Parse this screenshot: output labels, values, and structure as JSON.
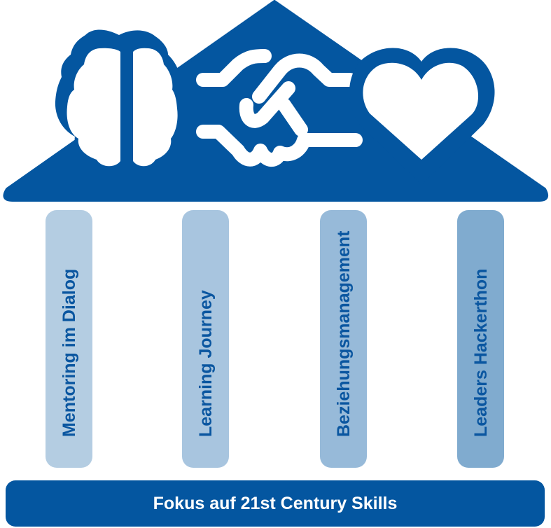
{
  "roof": {
    "icons": [
      "brain-icon",
      "handshake-icon",
      "heart-icon"
    ],
    "color": "#0456a0"
  },
  "pillars": [
    {
      "label": "Mentoring im Dialog",
      "color": "#b4cde2"
    },
    {
      "label": "Learning Journey",
      "color": "#a8c5df"
    },
    {
      "label": "Beziehungsmanagement",
      "color": "#97bad9"
    },
    {
      "label": "Leaders Hackerthon",
      "color": "#80abcf"
    }
  ],
  "base": {
    "label": "Fokus auf 21st Century Skills"
  }
}
